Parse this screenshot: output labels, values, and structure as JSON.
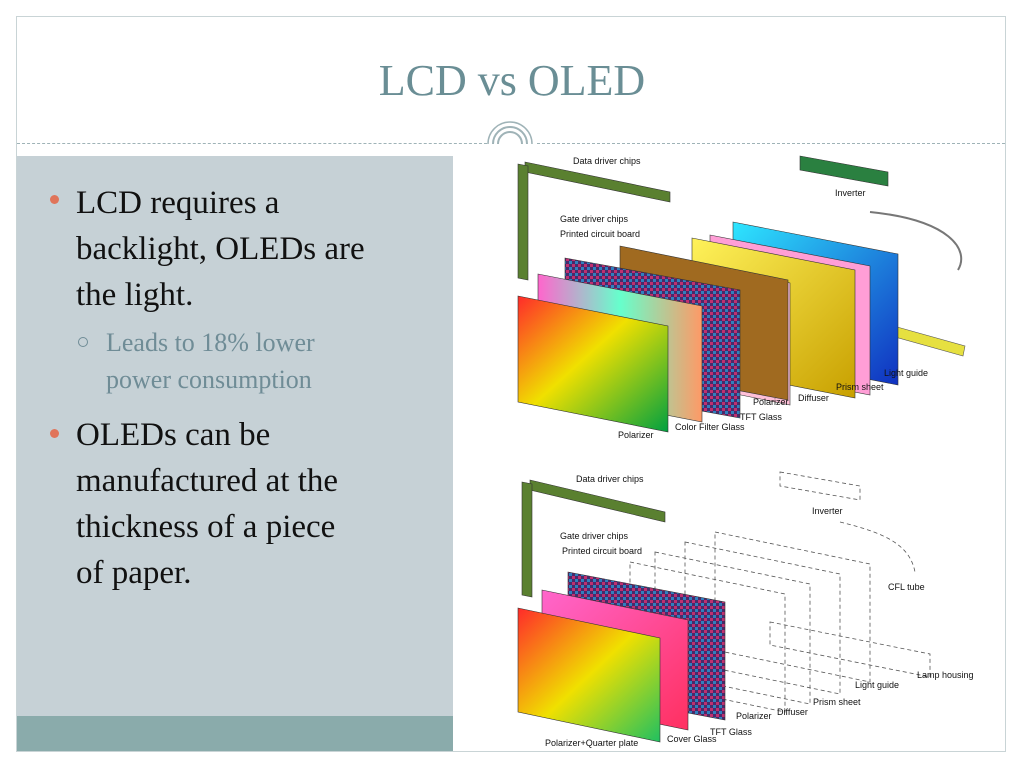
{
  "slide": {
    "title": "LCD vs OLED",
    "bullets": [
      {
        "text_lines": [
          "LCD requires a",
          "backlight, OLEDs are",
          "the light."
        ]
      },
      {
        "sub_lines": [
          "Leads to 18% lower",
          "power consumption"
        ]
      },
      {
        "text_lines": [
          "OLEDs can be",
          "manufactured at the",
          "thickness of a piece",
          "of paper."
        ]
      }
    ]
  },
  "lcd_diagram": {
    "labels": {
      "data_driver": "Data driver chips",
      "inverter": "Inverter",
      "gate_driver": "Gate driver chips",
      "pcb": "Printed circuit board",
      "light_guide": "Light guide",
      "prism_sheet": "Prism sheet",
      "diffuser": "Diffuser",
      "polarizer_back": "Polarizer",
      "tft_glass": "TFT Glass",
      "color_filter": "Color Filter Glass",
      "polarizer_front": "Polarizer"
    }
  },
  "oled_diagram": {
    "labels": {
      "data_driver": "Data driver chips",
      "inverter": "Inverter",
      "gate_driver": "Gate driver chips",
      "pcb": "Printed circuit board",
      "cfl_tube": "CFL tube",
      "lamp_housing": "Lamp housing",
      "light_guide": "Light guide",
      "prism_sheet": "Prism sheet",
      "diffuser": "Diffuser",
      "polarizer": "Polarizer",
      "tft_glass": "TFT Glass",
      "cover_glass": "Cover Glass",
      "polarizer_quarter": "Polarizer+Quarter plate"
    }
  },
  "colors": {
    "title": "#6a8e95",
    "panel": "#c6d1d6",
    "footer": "#8aabab",
    "bullet": "#e0745a",
    "sub": "#6f8c96"
  }
}
